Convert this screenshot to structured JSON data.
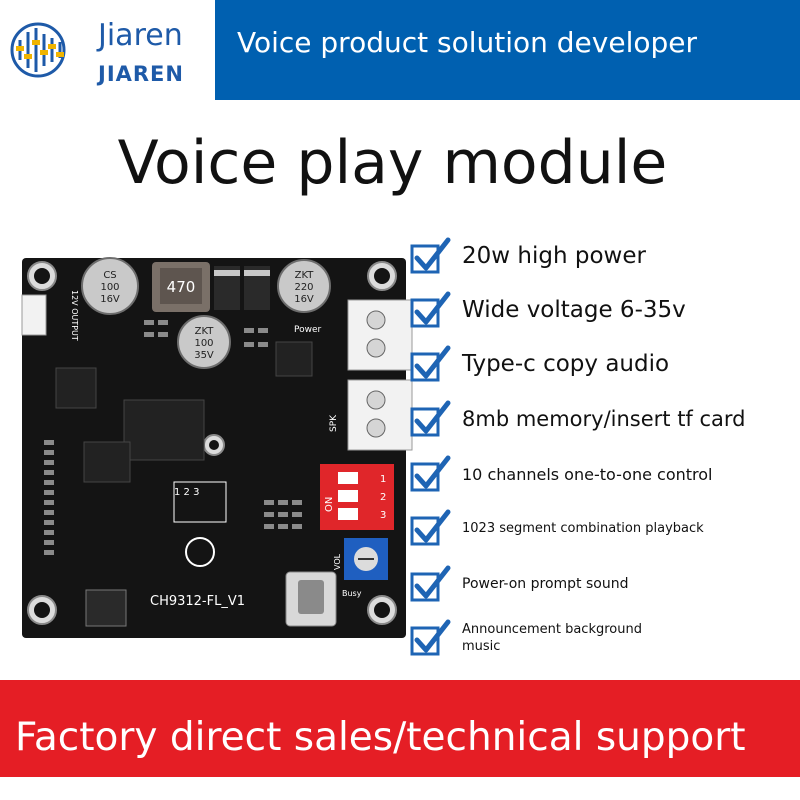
{
  "brand": {
    "name": "Jiaren",
    "sub_name": "JIAREN",
    "tagline": "Voice product solution developer",
    "logo_icon": "equalizer-sliders-icon"
  },
  "title": "Voice play module",
  "features": [
    {
      "text": "20w high power",
      "icon": "checkmark-icon"
    },
    {
      "text": "Wide voltage 6-35v",
      "icon": "checkmark-icon"
    },
    {
      "text": "Type-c copy audio",
      "icon": "checkmark-icon"
    },
    {
      "text": "8mb memory/insert tf card",
      "icon": "checkmark-icon"
    },
    {
      "text": "10 channels one-to-one control",
      "icon": "checkmark-icon"
    },
    {
      "text": "1023 segment combination playback",
      "icon": "checkmark-icon"
    },
    {
      "text": "Power-on prompt sound",
      "icon": "checkmark-icon"
    },
    {
      "text": "Announcement background music",
      "icon": "checkmark-icon"
    }
  ],
  "board": {
    "model": "CH9312-FL_V1",
    "inductor": "470",
    "cap1": [
      "CS",
      "100",
      "16V"
    ],
    "cap2": [
      "ZKT",
      "220",
      "16V"
    ],
    "cap3": [
      "ZKT",
      "100",
      "35V"
    ],
    "labels": {
      "power": "Power",
      "spk": "SPK",
      "vol": "VOL",
      "busy": "Busy",
      "output": "12V OUTPUT",
      "on": "ON",
      "dip": [
        "1",
        "2",
        "3"
      ],
      "row": "1 2 3"
    }
  },
  "footer": {
    "text": "Factory direct sales/technical support"
  },
  "colors": {
    "brand_blue": "#0060b0",
    "footer_red": "#e51e25",
    "check_blue": "#1e64b4",
    "pcb": "#141414",
    "dip_red": "#e0262a",
    "pot_blue": "#1f5fc0"
  }
}
